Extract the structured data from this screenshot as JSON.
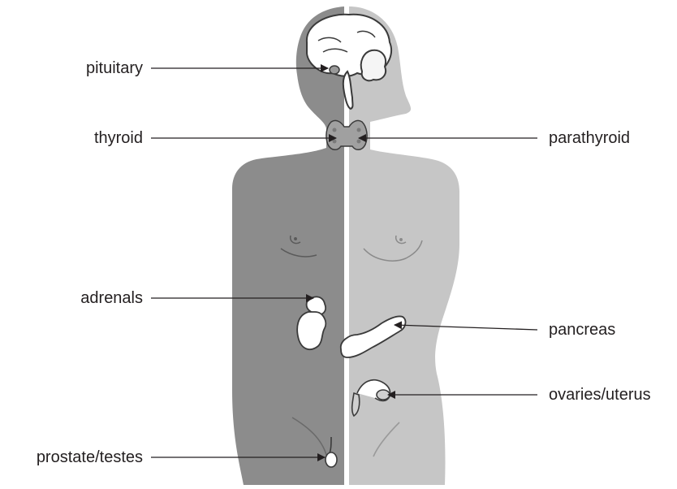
{
  "labels": {
    "pituitary": "pituitary",
    "thyroid": "thyroid",
    "parathyroid": "parathyroid",
    "adrenals": "adrenals",
    "pancreas": "pancreas",
    "ovaries_uterus": "ovaries/uterus",
    "prostate_testes": "prostate/testes"
  },
  "colors": {
    "male_body": "#8c8c8c",
    "female_body": "#c6c6c6",
    "organ_fill": "#ffffff",
    "organ_stroke": "#3a3a3a",
    "text": "#231f20",
    "leader_line": "#231f20"
  }
}
